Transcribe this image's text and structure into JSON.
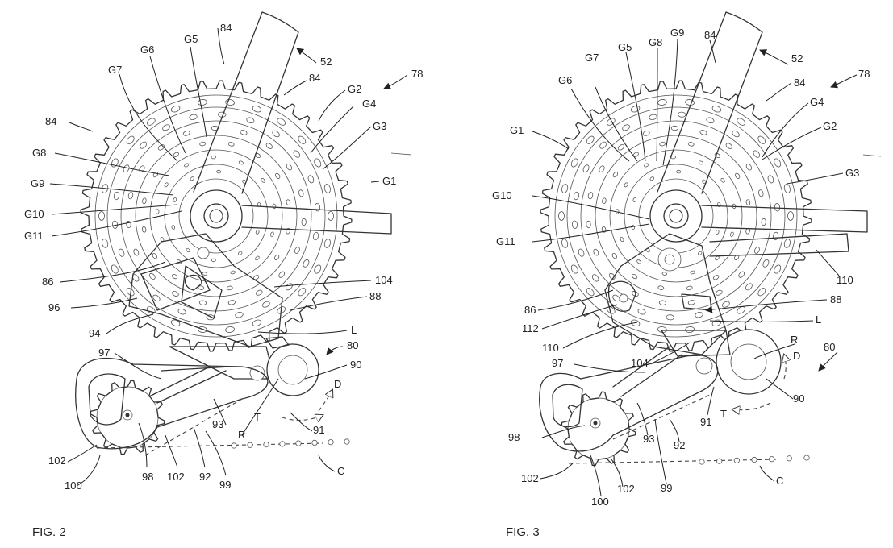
{
  "figures": [
    {
      "caption": "FIG. 2",
      "labels": {
        "G7": "G7",
        "G6": "G6",
        "G5": "G5",
        "ref84_top": "84",
        "ref52": "52",
        "ref78": "78",
        "ref84_mid": "84",
        "G2": "G2",
        "G4": "G4",
        "G3": "G3",
        "ref84_left": "84",
        "G8": "G8",
        "G9": "G9",
        "G1": "G1",
        "G10": "G10",
        "G11": "G11",
        "ref86": "86",
        "ref104": "104",
        "ref96": "96",
        "ref88": "88",
        "ref94": "94",
        "L": "L",
        "ref80": "80",
        "ref97": "97",
        "ref90": "90",
        "D": "D",
        "T": "T",
        "ref91": "91",
        "ref93": "93",
        "R": "R",
        "ref102_left": "102",
        "ref98": "98",
        "ref102_bottom": "102",
        "ref92": "92",
        "ref99": "99",
        "ref100": "100",
        "C": "C"
      }
    },
    {
      "caption": "FIG. 3",
      "labels": {
        "G9": "G9",
        "G8": "G8",
        "ref84_top": "84",
        "G5": "G5",
        "G7": "G7",
        "ref52": "52",
        "ref78": "78",
        "G6": "G6",
        "ref84_mid": "84",
        "G4": "G4",
        "G1": "G1",
        "G2": "G2",
        "G3": "G3",
        "G10": "G10",
        "G11": "G11",
        "ref110_right": "110",
        "ref86": "86",
        "ref88": "88",
        "ref112": "112",
        "L": "L",
        "ref110_mid": "110",
        "R": "R",
        "ref80": "80",
        "D": "D",
        "ref97": "97",
        "ref104": "104",
        "ref90": "90",
        "ref91": "91",
        "T": "T",
        "ref98": "98",
        "ref93": "93",
        "ref92": "92",
        "ref102_left": "102",
        "ref102_bottom": "102",
        "ref100": "100",
        "ref99": "99",
        "C": "C"
      }
    }
  ]
}
